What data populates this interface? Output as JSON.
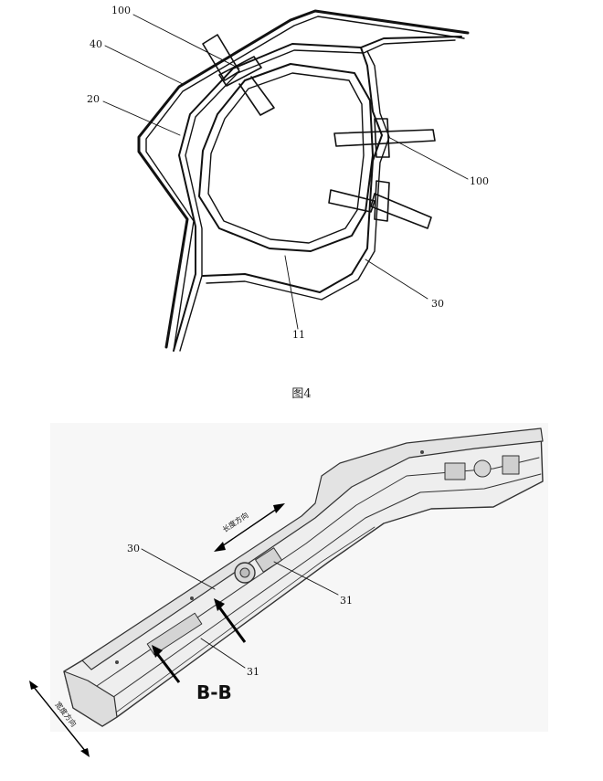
{
  "figure4": {
    "caption": "图4",
    "labels": {
      "l100a": "100",
      "l40": "40",
      "l20": "20",
      "l100b": "100",
      "l30": "30",
      "l11": "11"
    }
  },
  "figure5": {
    "labels": {
      "l30": "30",
      "l31a": "31",
      "l31b": "31",
      "section": "B-B",
      "length_dir": "长度方向",
      "width_dir": "宽度方向"
    }
  }
}
